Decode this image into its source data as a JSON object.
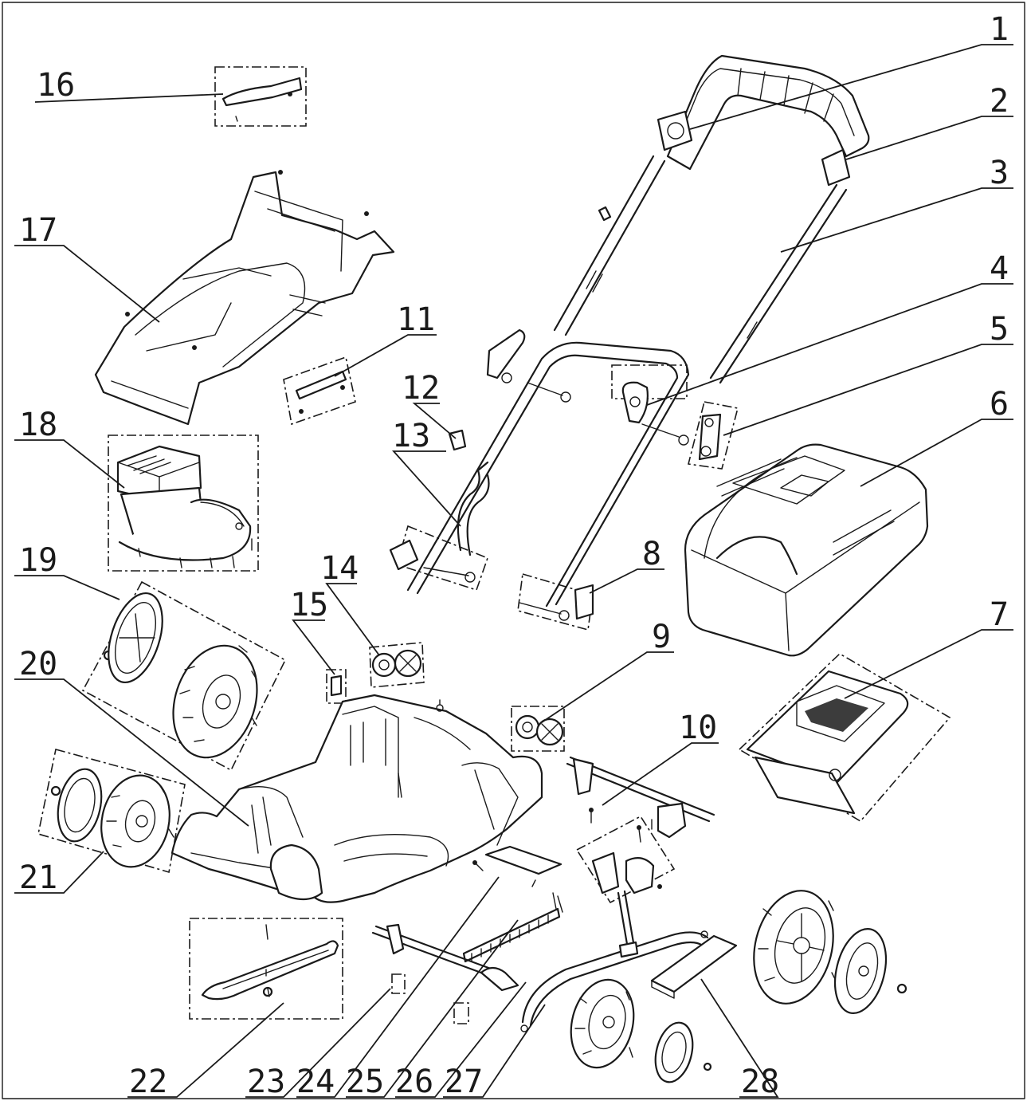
{
  "callouts": [
    {
      "id": "1",
      "label": "1"
    },
    {
      "id": "2",
      "label": "2"
    },
    {
      "id": "3",
      "label": "3"
    },
    {
      "id": "4",
      "label": "4"
    },
    {
      "id": "5",
      "label": "5"
    },
    {
      "id": "6",
      "label": "6"
    },
    {
      "id": "7",
      "label": "7"
    },
    {
      "id": "8",
      "label": "8"
    },
    {
      "id": "9",
      "label": "9"
    },
    {
      "id": "10",
      "label": "10"
    },
    {
      "id": "11",
      "label": "11"
    },
    {
      "id": "12",
      "label": "12"
    },
    {
      "id": "13",
      "label": "13"
    },
    {
      "id": "14",
      "label": "14"
    },
    {
      "id": "15",
      "label": "15"
    },
    {
      "id": "16",
      "label": "16"
    },
    {
      "id": "17",
      "label": "17"
    },
    {
      "id": "18",
      "label": "18"
    },
    {
      "id": "19",
      "label": "19"
    },
    {
      "id": "20",
      "label": "20"
    },
    {
      "id": "21",
      "label": "21"
    },
    {
      "id": "22",
      "label": "22"
    },
    {
      "id": "23",
      "label": "23"
    },
    {
      "id": "24",
      "label": "24"
    },
    {
      "id": "25",
      "label": "25"
    },
    {
      "id": "26",
      "label": "26"
    },
    {
      "id": "27",
      "label": "27"
    },
    {
      "id": "28",
      "label": "28"
    }
  ],
  "colors": {
    "ink": "#1a1a1a",
    "paper": "#ffffff"
  }
}
